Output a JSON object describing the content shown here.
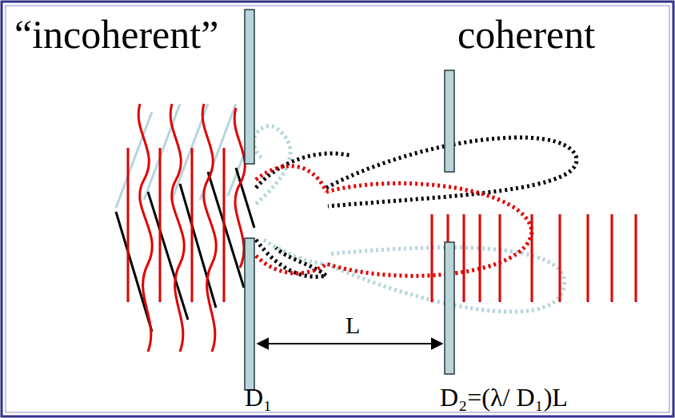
{
  "diagram": {
    "labels": [
      "“incoherent”",
      "coherent",
      "L",
      "D₁",
      "D₂=(λ/ D₁)L"
    ]
  }
}
